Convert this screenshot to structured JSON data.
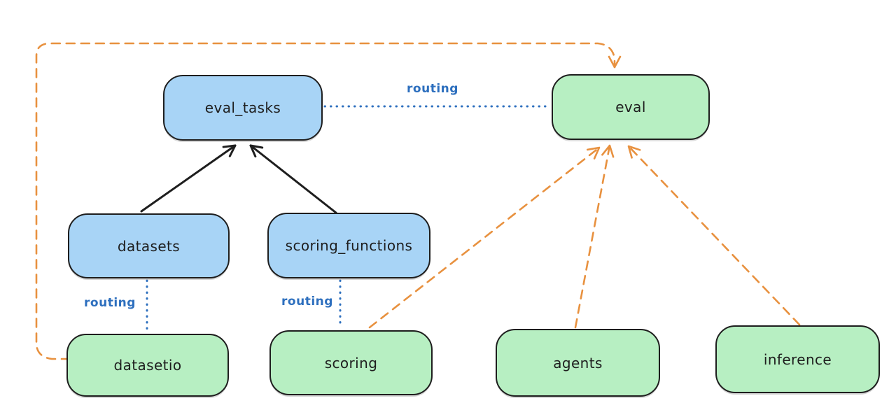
{
  "diagram": {
    "nodes": [
      {
        "id": "eval_tasks",
        "label": "eval_tasks",
        "color": "blue"
      },
      {
        "id": "eval",
        "label": "eval",
        "color": "green"
      },
      {
        "id": "datasets",
        "label": "datasets",
        "color": "blue"
      },
      {
        "id": "scoring_functions",
        "label": "scoring_functions",
        "color": "blue"
      },
      {
        "id": "datasetio",
        "label": "datasetio",
        "color": "green"
      },
      {
        "id": "scoring",
        "label": "scoring",
        "color": "green"
      },
      {
        "id": "agents",
        "label": "agents",
        "color": "green"
      },
      {
        "id": "inference",
        "label": "inference",
        "color": "green"
      }
    ],
    "edges": [
      {
        "from": "datasets",
        "to": "eval_tasks",
        "style": "solid-arrow",
        "label": ""
      },
      {
        "from": "scoring_functions",
        "to": "eval_tasks",
        "style": "solid-arrow",
        "label": ""
      },
      {
        "from": "eval_tasks",
        "to": "eval",
        "style": "dotted",
        "label": "routing"
      },
      {
        "from": "datasets",
        "to": "datasetio",
        "style": "dotted",
        "label": "routing"
      },
      {
        "from": "scoring_functions",
        "to": "scoring",
        "style": "dotted",
        "label": "routing"
      },
      {
        "from": "datasetio",
        "to": "eval",
        "style": "dashed-arrow",
        "label": ""
      },
      {
        "from": "scoring",
        "to": "eval",
        "style": "dashed-arrow",
        "label": ""
      },
      {
        "from": "agents",
        "to": "eval",
        "style": "dashed-arrow",
        "label": ""
      },
      {
        "from": "inference",
        "to": "eval",
        "style": "dashed-arrow",
        "label": ""
      }
    ]
  },
  "colors": {
    "background": "#ffffff",
    "node_blue_fill": "#a8d4f6",
    "node_green_fill": "#b7efc2",
    "node_border": "#1e1e1e",
    "routing_blue": "#2d6fbe",
    "edge_orange": "#e8913f",
    "edge_black": "#1e1e1e"
  }
}
